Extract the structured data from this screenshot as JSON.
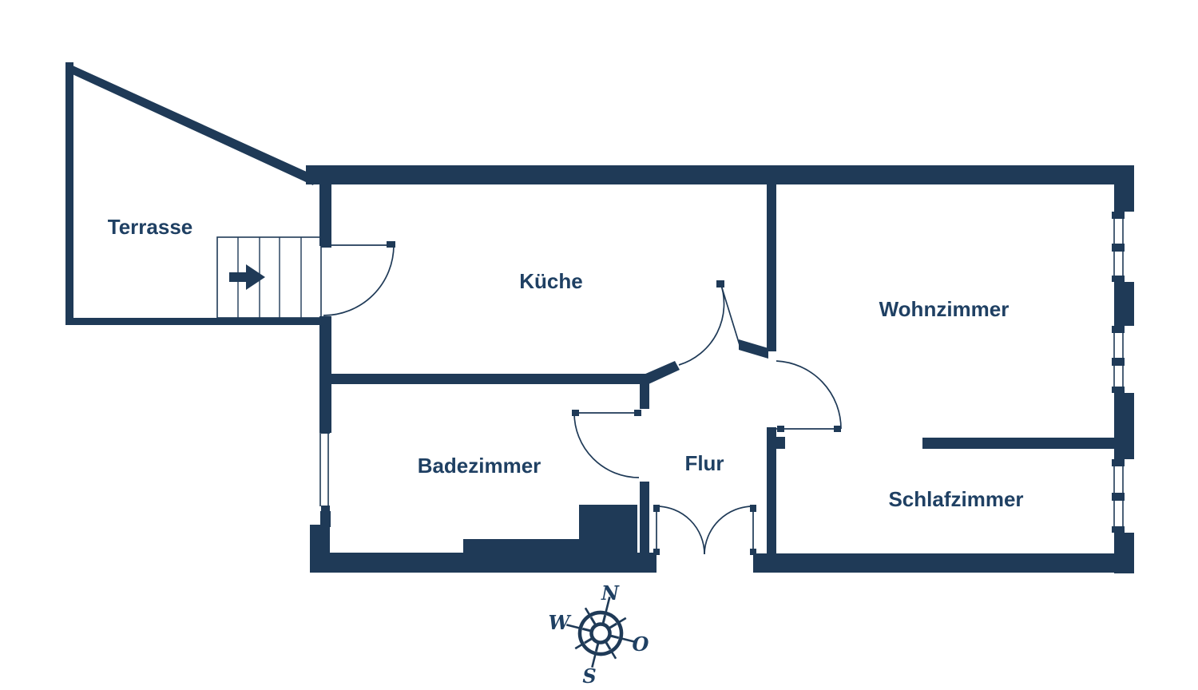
{
  "rooms": {
    "terrasse": "Terrasse",
    "kueche": "Küche",
    "wohnzimmer": "Wohnzimmer",
    "badezimmer": "Badezimmer",
    "flur": "Flur",
    "schlafzimmer": "Schlafzimmer"
  },
  "compass": {
    "n": "N",
    "w": "W",
    "o": "O",
    "s": "S"
  },
  "colors": {
    "wall": "#1f3a57",
    "text": "#1f4063",
    "bg": "#ffffff"
  }
}
